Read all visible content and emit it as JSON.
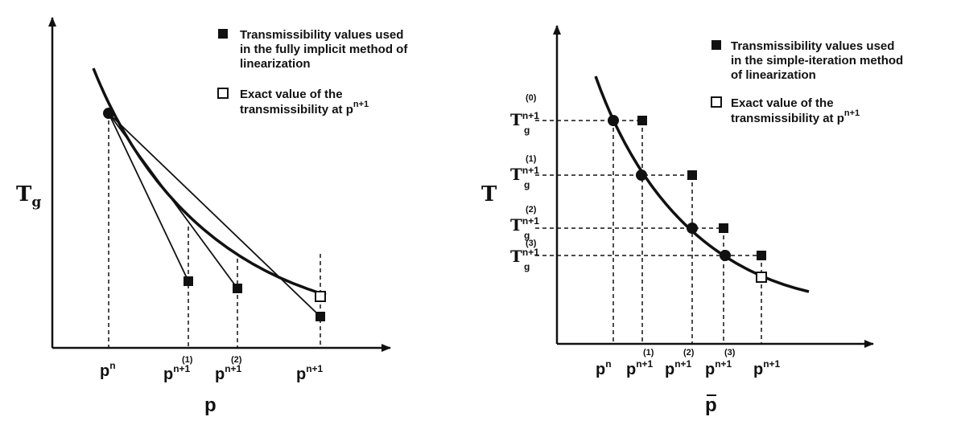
{
  "left_panel": {
    "y_axis_label": "T",
    "y_axis_sub": "g",
    "x_axis_label": "p",
    "x_ticks": [
      {
        "base": "p",
        "sup": "n",
        "iter": ""
      },
      {
        "base": "p",
        "sup": "n+1",
        "iter": "(1)"
      },
      {
        "base": "p",
        "sup": "n+1",
        "iter": "(2)"
      },
      {
        "base": "p",
        "sup": "n+1",
        "iter": ""
      }
    ],
    "legend": {
      "filled_lines": [
        "Transmissibility values used",
        "in the fully implicit method of",
        "linearization"
      ],
      "open_line1": "Exact value of the",
      "open_line2": "transmissibility at ",
      "open_base": "p",
      "open_sup": "n+1"
    }
  },
  "right_panel": {
    "y_axis_label": "T",
    "x_axis_label": "p",
    "y_ticks": [
      {
        "base": "T",
        "sub": "g",
        "sup": "n+1",
        "iter": "(0)"
      },
      {
        "base": "T",
        "sub": "g",
        "sup": "n+1",
        "iter": "(1)"
      },
      {
        "base": "T",
        "sub": "g",
        "sup": "n+1",
        "iter": "(2)"
      },
      {
        "base": "T",
        "sub": "g",
        "sup": "n+1",
        "iter": "(3)"
      }
    ],
    "x_ticks": [
      {
        "base": "p",
        "sup": "n",
        "iter": ""
      },
      {
        "base": "p",
        "sup": "n+1",
        "iter": "(1)"
      },
      {
        "base": "p",
        "sup": "n+1",
        "iter": "(2)"
      },
      {
        "base": "p",
        "sup": "n+1",
        "iter": "(3)"
      },
      {
        "base": "p",
        "sup": "n+1",
        "iter": ""
      }
    ],
    "legend": {
      "filled_lines": [
        "Transmissibility values used",
        "in the simple-iteration method",
        "of linearization"
      ],
      "open_line1": "Exact value of the",
      "open_line2": "transmissibility at ",
      "open_base": "p",
      "open_sup": "n+1"
    }
  },
  "colors": {
    "ink": "#111111",
    "background": "#ffffff"
  }
}
